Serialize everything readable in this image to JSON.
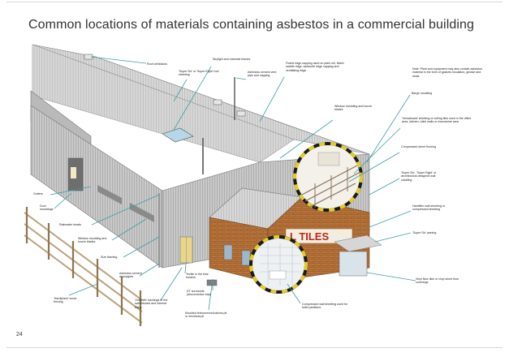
{
  "title": "Common locations of materials containing asbestos in a commercial building",
  "page_number": "24",
  "sign_text": "L TILES",
  "colors": {
    "leader": "#3a9fa6",
    "roof": "#d9d9d9",
    "wall": "#c6c6c6",
    "brick": "#b8743a",
    "highlight_ring": "#e3cb2a"
  },
  "labels": {
    "roof_ventilators": "Roof ventilators",
    "super_six_roof": "'Super Six' or 'Super Eight' roof sheeting",
    "skylight": "Skylight and manhole frames",
    "cement_vent": "Asbestos cement vent pipe and capping",
    "ridge_capping": "Fluted ridge capping used on plain roll, fluted saddle ridge, sawtooth ridge capping and ventilating ridge",
    "note": "Note: Plant and equipment may also contain asbestos material in the form of gaskets insulation, grease and seals",
    "barge_moulding": "Barge moulding",
    "window_moulding_top": "Window moulding and louvre blades",
    "versaboard": "'Versaboard' sheeting or ceiling tiles used in the office area, kitchen, toilet walls or mezzanine area",
    "compressed_flooring": "Compressed sheet flooring",
    "wall_cladding": "'Super Six', 'Super Eight' or architectural designed wall cladding",
    "gutters": "Gutters",
    "door_mouldings": "Door mouldings",
    "rainwater_heads": "Rainwater heads",
    "window_moulding_side": "Window moulding and louvre blades",
    "hardiflex": "Hardiflex wall sheeting or compressed sheeting",
    "super_six_awning": "'Super Six' awning",
    "size_flashing": "Size flashing",
    "downpipes": "Asbestos cement downpipes",
    "textile_fuse": "Textile in the fuse holders",
    "zelemite": "'Zelemite' backings to the switchboard and internal lining",
    "dt_surrounds": "DT surrounds (disconnector trap)",
    "telecom_pit": "Moulded telecommunications pit or electrical pit",
    "compressed_wall": "Compressed wall sheeting used for toilet partitions",
    "vinyl_floor": "Vinyl floor tiles or vinyl sheet floor coverings",
    "hardiplank": "'Hardiplank' wood fencing"
  }
}
